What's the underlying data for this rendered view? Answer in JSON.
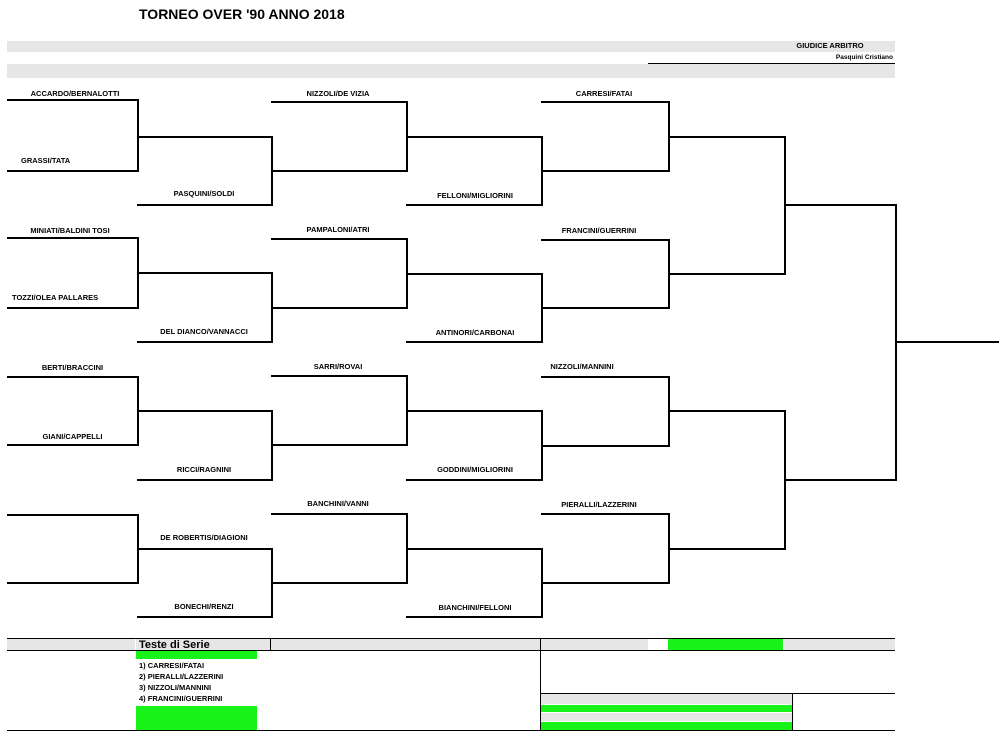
{
  "title": "TORNEO OVER '90 ANNO 2018",
  "referee": {
    "label": "GIUDICE ARBITRO",
    "name": "Pasquini Cristiano"
  },
  "round1": [
    "ACCARDO/BERNALOTTI",
    "GRASSI/TATA",
    "MINIATI/BALDINI TOSI",
    "TOZZI/OLEA PALLARES",
    "BERTI/BRACCINI",
    "GIANI/CAPPELLI",
    "",
    ""
  ],
  "round2": [
    "PASQUINI/SOLDI",
    "NIZZOLI/DE VIZIA",
    "DEL DIANCO/VANNACCI",
    "PAMPALONI/ATRI",
    "RICCI/RAGNINI",
    "SARRI/ROVAI",
    "DE ROBERTIS/DIAGIONI",
    "BONECHI/RENZI",
    "BANCHINI/VANNI"
  ],
  "round3": [
    "FELLONI/MIGLIORINI",
    "CARRESI/FATAI",
    "ANTINORI/CARBONAI",
    "FRANCINI/GUERRINI",
    "GODDINI/MIGLIORINI",
    "NIZZOLI/MANNINI",
    "BIANCHINI/FELLONI",
    "PIERALLI/LAZZERINI"
  ],
  "seeds": {
    "title": "Teste di Serie",
    "items": [
      "1) CARRESI/FATAI",
      "2) PIERALLI/LAZZERINI",
      "3) NIZZOLI/MANNINI",
      "4) FRANCINI/GUERRINI"
    ]
  },
  "colors": {
    "highlight": "#19f219",
    "band": "#e6e6e6"
  }
}
